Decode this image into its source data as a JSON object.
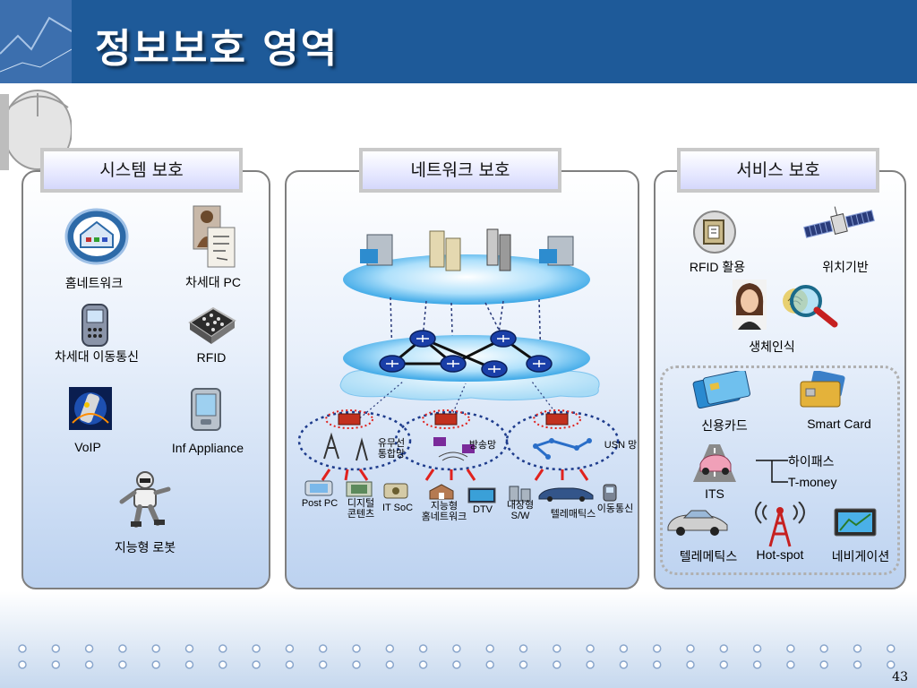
{
  "slide": {
    "title": "정보보호 영역",
    "page_number": "43"
  },
  "system": {
    "title": "시스템 보호",
    "items": {
      "home_network": "홈네트워크",
      "next_pc": "차세대 PC",
      "next_mobile": "차세대 이동통신",
      "rfid": "RFID",
      "voip": "VoIP",
      "inf_appliance": "Inf Appliance",
      "robot": "지능형 로봇"
    }
  },
  "network": {
    "title": "네트워크 보호",
    "labels": {
      "wired_wireless": "유무선\n통합망",
      "broadcast": "방송망",
      "usn": "USN 망",
      "post_pc": "Post PC",
      "digital_content": "디지털\n콘텐츠",
      "it_soc": "IT SoC",
      "smart_home": "지능형\n홈네트워크",
      "dtv": "DTV",
      "embedded_sw": "내장형\nS/W",
      "telematics": "텔레매틱스",
      "mobile": "이동통신"
    }
  },
  "service": {
    "title": "서비스 보호",
    "items": {
      "rfid_use": "RFID 활용",
      "location": "위치기반",
      "biometrics": "생체인식",
      "credit_card": "신용카드",
      "smart_card": "Smart Card",
      "its": "ITS",
      "hipass": "하이패스",
      "tmoney": "T-money",
      "telematics": "텔레메틱스",
      "hotspot": "Hot-spot",
      "navigation": "네비게이션"
    }
  },
  "colors": {
    "header": "#1e5a99",
    "panel_bottom": "#bcd2f0",
    "router": "#1a3fa8"
  }
}
